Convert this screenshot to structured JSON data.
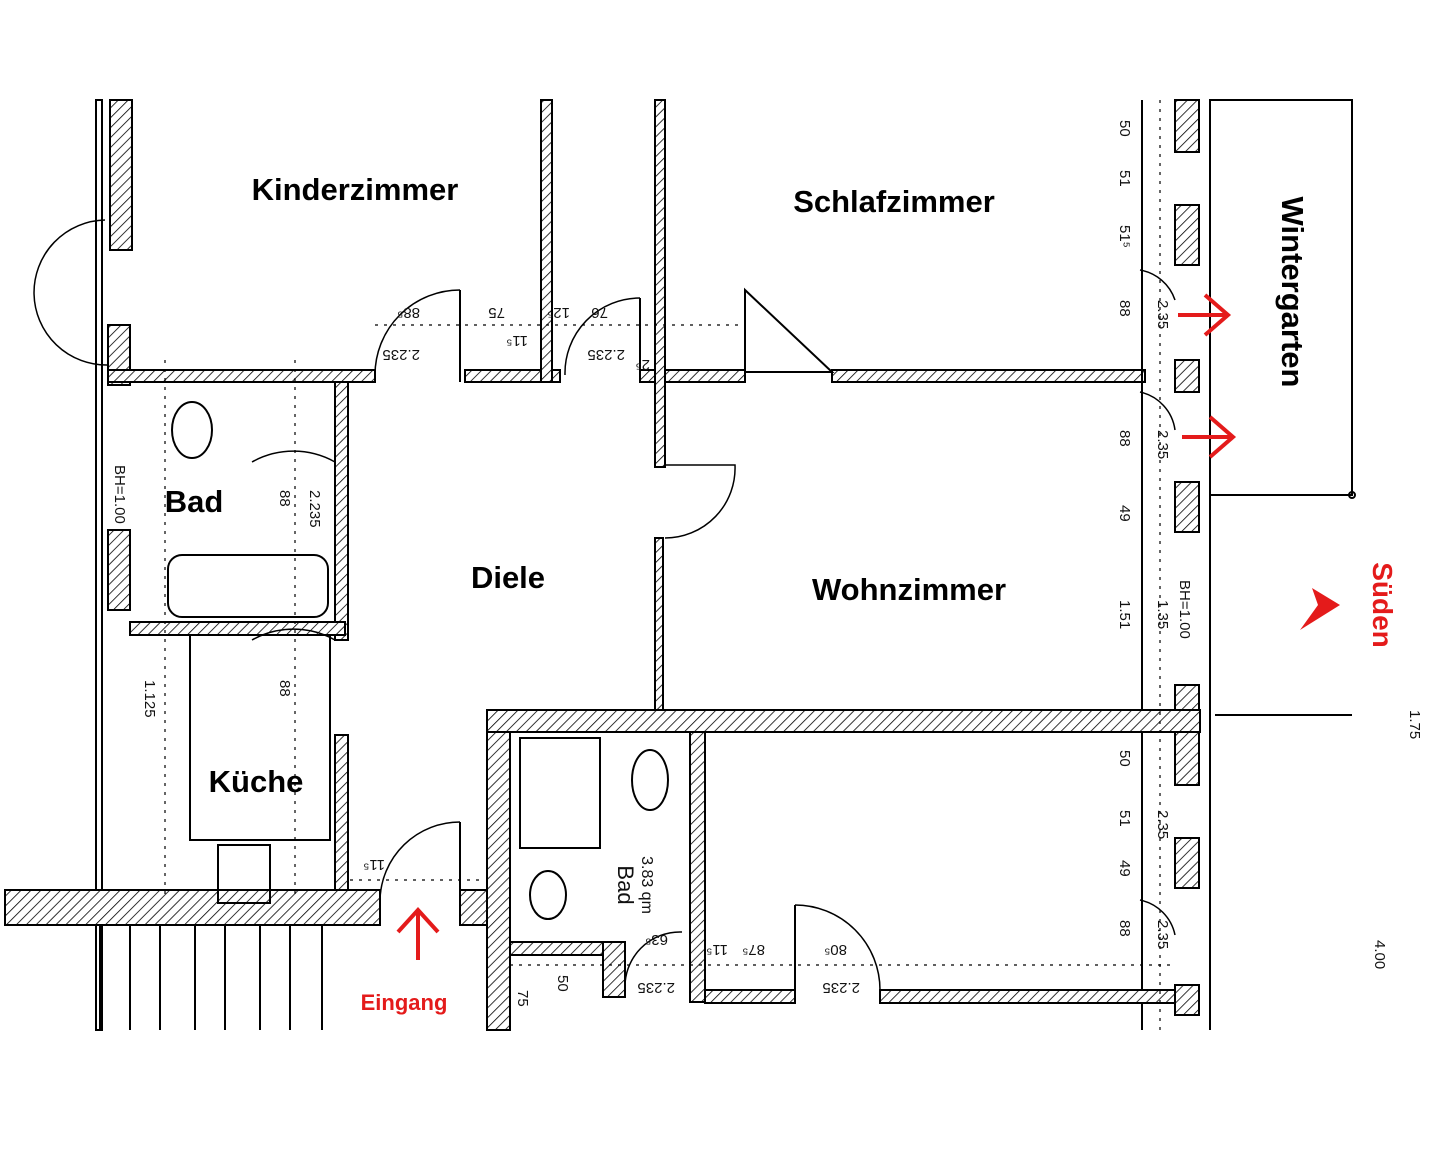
{
  "rooms": {
    "kinderzimmer": "Kinderzimmer",
    "schlafzimmer": "Schlafzimmer",
    "wintergarten": "Wintergarten",
    "bad": "Bad",
    "diele": "Diele",
    "wohnzimmer": "Wohnzimmer",
    "kueche": "Küche",
    "bad2": "Bad",
    "bad2_area": "3.83 qm"
  },
  "annotations": {
    "eingang": "Eingang",
    "sueden": "Süden"
  },
  "dimensions": [
    "88⁵",
    "2.235",
    "75",
    "11⁵",
    "12⁵",
    "76",
    "2.235",
    "2⁵",
    "88",
    "2.235",
    "88",
    "1.125",
    "50",
    "51",
    "51⁵",
    "88",
    "2.35",
    "88",
    "2.35",
    "49",
    "1.51",
    "1.35",
    "BH=1.00",
    "50",
    "51",
    "2.35",
    "49",
    "88",
    "2.35",
    "63⁵",
    "2.235",
    "87⁵",
    "11⁵",
    "80⁵",
    "2.235",
    "50",
    "75",
    "4.00",
    "BH=1.00",
    "11⁵",
    "1.75"
  ],
  "colors": {
    "accent": "#e41b1b",
    "ink": "#000000"
  }
}
